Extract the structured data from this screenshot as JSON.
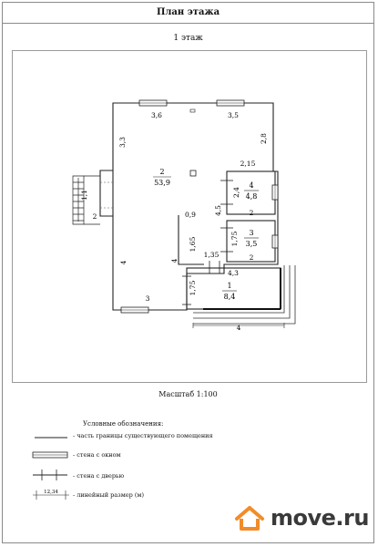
{
  "header": {
    "title": "План этажа"
  },
  "floor": {
    "label": "1 этаж"
  },
  "scale": {
    "text": "Масштаб 1:100"
  },
  "rooms": [
    {
      "number": "1",
      "area": "8,4"
    },
    {
      "number": "2",
      "area": "53,9"
    },
    {
      "number": "3",
      "area": "3,5"
    },
    {
      "number": "4",
      "area": "4,8"
    }
  ],
  "dimensions": {
    "top_left": "3,6",
    "top_right": "3,5",
    "right_upper": "2,8",
    "left_upper": "3,3",
    "mid_215": "2,15",
    "room4_h": "2,4",
    "mid_45": "4,5",
    "room4_w": "2",
    "room3_h": "1,75",
    "room3_w": "2",
    "gap_09": "0,9",
    "left_165": "1,65",
    "door_135": "1,35",
    "left_main": "4",
    "mid_4": "4",
    "room1_w": "4,3",
    "room1_h": "1,75",
    "bottom_left": "3",
    "stair_11": "1,1",
    "stair_2": "2",
    "bottom_4": "4"
  },
  "legend": {
    "title": "Условные обозначения:",
    "items": [
      "- часть границы существующего помещения",
      "- стена с окном",
      "- стена с дверью",
      "- линейный размер (м)"
    ],
    "sample_dimension": "12,34"
  },
  "watermark": {
    "text": "move.ru",
    "accent": "#f28c28"
  }
}
